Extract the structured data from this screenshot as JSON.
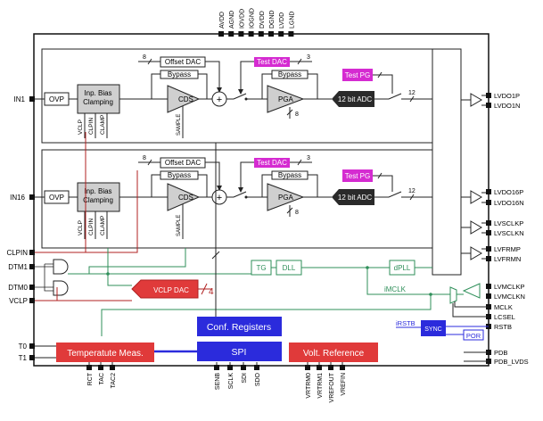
{
  "top_pins": [
    "AVDD",
    "AGND",
    "IOVDD",
    "IOGND",
    "DVDD",
    "DGND",
    "LVDD",
    "LGND"
  ],
  "bottom_pins_left": [
    "RCT",
    "TAC",
    "TAC2"
  ],
  "bottom_pins_spi": [
    "SENB",
    "SCLK",
    "SDI",
    "SDO"
  ],
  "bottom_pins_ref": [
    "VRTRM0",
    "VRTRM1",
    "VREFOUT",
    "VREFIN"
  ],
  "left_pins": {
    "in1": "IN1",
    "in16": "IN16",
    "clpin": "CLPIN",
    "dtm1": "DTM1",
    "dtm0": "DTM0",
    "vclp": "VCLP",
    "t0": "T0",
    "t1": "T1"
  },
  "right_pins": [
    "LVDO1P",
    "LVDO1N",
    "LVDO16P",
    "LVDO16N",
    "LVSCLKP",
    "LVSCLKN",
    "LVFRMP",
    "LVFRMN",
    "LVMCLKP",
    "LVMCLKN",
    "MCLK",
    "LCSEL",
    "RSTB",
    "PDB",
    "PDB_LVDS"
  ],
  "channel": {
    "ovp": "OVP",
    "inp_bias_1": "Inp. Bias",
    "inp_bias_2": "Clamping",
    "offset_dac": "Offset DAC",
    "offset_bits": "8",
    "bypass": "Bypass",
    "cds": "CDS",
    "pga": "PGA",
    "pga_bits": "8",
    "test_dac": "Test DAC",
    "test_dac_bits": "3",
    "adc": "12 bit ADC",
    "test_pg": "Test PG",
    "adc_bits": "12",
    "vclp": "VCLP",
    "clpin": "CLPIN",
    "clamp": "CLAMP",
    "sample": "SAMPLE",
    "plus": "+"
  },
  "blocks": {
    "tg": "TG",
    "dll": "DLL",
    "dpll": "dPLL",
    "imclk": "iMCLK",
    "vclp_dac": "VCLP DAC",
    "vclp_dac_bits": "4",
    "conf_regs": "Conf. Registers",
    "spi": "SPI",
    "temp_meas": "Temperatute Meas.",
    "volt_ref": "Volt. Reference",
    "sync": "SYNC",
    "irstb": "iRSTB",
    "por": "POR"
  },
  "colors": {
    "magenta": "#d52bd1",
    "red": "#e03a3a",
    "blue": "#2b2bdc",
    "green": "#2f8f5a",
    "dark": "#2a2a2a",
    "gray": "#c8c8c8",
    "darkred": "#b02020"
  }
}
